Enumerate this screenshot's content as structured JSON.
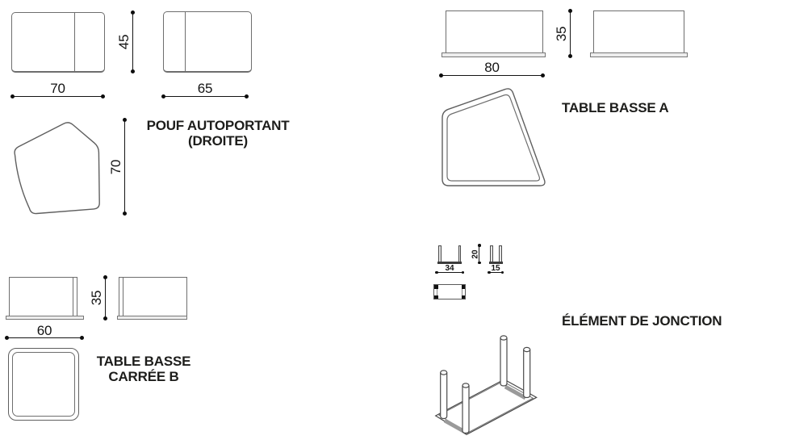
{
  "colors": {
    "ink": "#1d1d1b",
    "drawing_line": "#6e6e6e",
    "dimension_line": "#141414"
  },
  "pouf": {
    "title_line1": "POUF AUTOPORTANT",
    "title_line2": "(DROITE)",
    "front_width": "70",
    "height": "45",
    "side_width": "65",
    "depth": "70"
  },
  "table_a": {
    "title": "TABLE BASSE A",
    "width": "80",
    "height": "35"
  },
  "table_b": {
    "title_line1": "TABLE BASSE",
    "title_line2": "CARRÉE B",
    "width": "60",
    "height": "35"
  },
  "jonction": {
    "title": "ÉLÉMENT DE JONCTION",
    "outer_width": "34",
    "height": "20",
    "inner_width": "15"
  }
}
